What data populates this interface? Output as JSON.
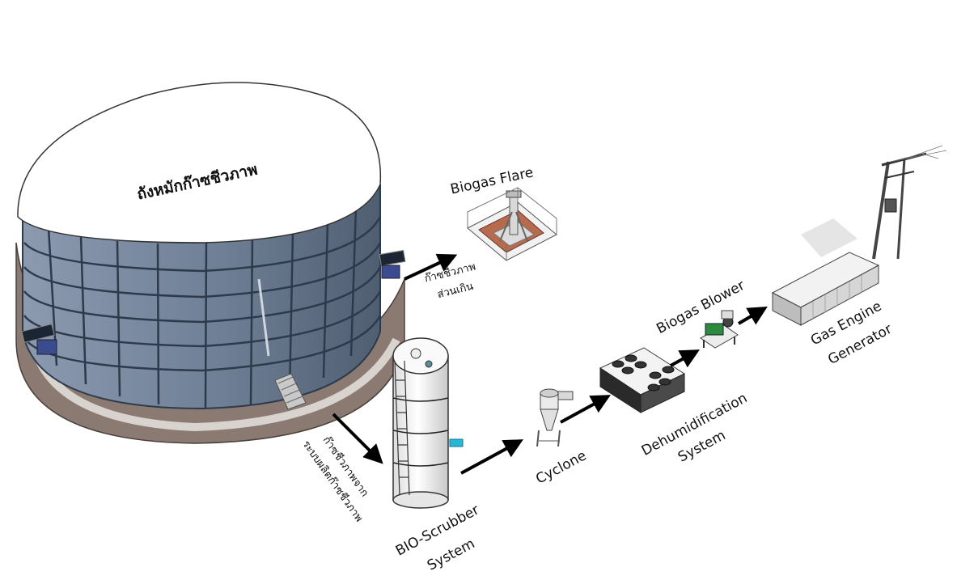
{
  "labels": {
    "tank": "ถังหมักก๊าซชีวภาพ",
    "flare": "Biogas Flare",
    "excess_gas_line1": "ก๊าซชีวภาพ",
    "excess_gas_line2": "ส่วนเกิน",
    "source_gas_line1": "ก๊าซชีวภาพจาก",
    "source_gas_line2": "ระบบผลิตก๊าซชีวภาพ",
    "scrubber_line1": "BIO-Scrubber",
    "scrubber_line2": "System",
    "cyclone": "Cyclone",
    "dehumid_line1": "Dehumidification",
    "dehumid_line2": "System",
    "blower": "Biogas Blower",
    "engine_line1": "Gas Engine",
    "engine_line2": "Generator"
  },
  "colors": {
    "tank_wall": "#6f7f95",
    "tank_grid": "#2c3a4c",
    "tank_dome": "#ffffff",
    "tank_base": "#8a7a72",
    "flare_pad": "#b86a4e",
    "scrubber_body": "#f4f4f4",
    "accent_cyan": "#27b7d6",
    "blower_green": "#2e8b3d",
    "container": "#e3e3e3",
    "arrow": "#000000"
  },
  "icons": [
    "tank",
    "flare",
    "scrubber",
    "cyclone",
    "dehumidifier",
    "blower",
    "container",
    "power-pole",
    "arrow"
  ]
}
